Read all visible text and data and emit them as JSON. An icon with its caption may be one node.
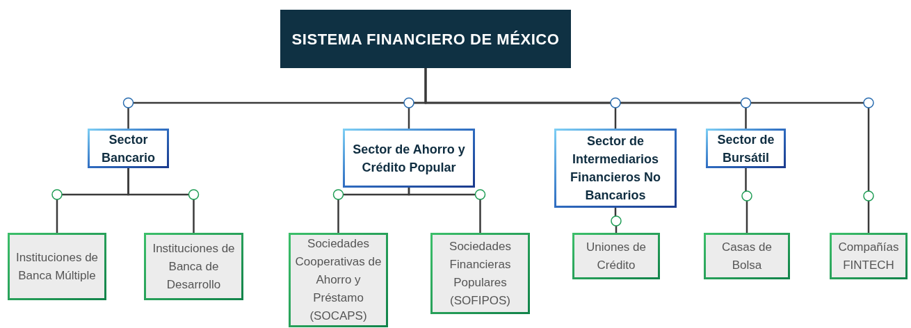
{
  "diagram": {
    "nodes": [
      {
        "text": [
          "SISTEMA FINANCIERO DE MÉXICO"
        ]
      },
      {
        "text": [
          "Sector Bancario"
        ]
      },
      {
        "text": [
          "Sector de Ahorro y Crédito Popular"
        ]
      },
      {
        "text": [
          "Sector de Intermediarios Financieros No Bancarios"
        ]
      },
      {
        "text": [
          "Sector de Bursátil"
        ]
      },
      {
        "text": [
          "Instituciones de Banca Múltiple"
        ]
      },
      {
        "text": [
          "Instituciones de Banca de Desarrollo"
        ]
      },
      {
        "text": [
          "Sociedades Cooperativas de Ahorro y Préstamo (SOCAPS)"
        ]
      },
      {
        "text": [
          "Sociedades Financieras Populares (SOFIPOS)"
        ]
      },
      {
        "text": [
          "Uniones de Crédito"
        ]
      },
      {
        "text": [
          "Casas de Bolsa"
        ]
      },
      {
        "text": [
          "Compañías FINTECH"
        ]
      }
    ],
    "edges": [
      {
        "from": 0,
        "to": 1,
        "arrow": "none"
      },
      {
        "from": 0,
        "to": 2,
        "arrow": "none"
      },
      {
        "from": 0,
        "to": 3,
        "arrow": "none"
      },
      {
        "from": 0,
        "to": 4,
        "arrow": "none"
      },
      {
        "from": 0,
        "to": 11,
        "arrow": "none"
      },
      {
        "from": 1,
        "to": 5,
        "arrow": "none"
      },
      {
        "from": 1,
        "to": 6,
        "arrow": "none"
      },
      {
        "from": 2,
        "to": 7,
        "arrow": "none"
      },
      {
        "from": 2,
        "to": 8,
        "arrow": "none"
      },
      {
        "from": 3,
        "to": 9,
        "arrow": "none"
      },
      {
        "from": 4,
        "to": 10,
        "arrow": "none"
      }
    ]
  }
}
